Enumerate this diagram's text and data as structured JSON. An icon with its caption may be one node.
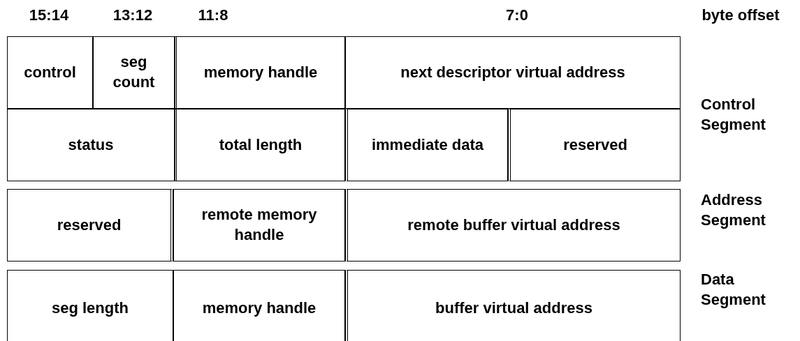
{
  "diagram": {
    "nodes": [
      {
        "text": [
          "control"
        ]
      },
      {
        "text": [
          "seg count"
        ]
      },
      {
        "text": [
          "memory handle"
        ]
      },
      {
        "text": [
          "next descriptor virtual address"
        ]
      },
      {
        "text": [
          "status"
        ]
      },
      {
        "text": [
          "total length"
        ]
      },
      {
        "text": [
          "immediate data"
        ]
      },
      {
        "text": [
          "reserved"
        ]
      },
      {
        "text": [
          "reserved"
        ]
      },
      {
        "text": [
          "remote memory handle"
        ]
      },
      {
        "text": [
          "remote buffer virtual address"
        ]
      },
      {
        "text": [
          "seg length"
        ]
      },
      {
        "text": [
          "memory handle"
        ]
      },
      {
        "text": [
          "buffer virtual address"
        ]
      }
    ],
    "labels": [
      "15:14",
      "13:12",
      "11:8",
      "7:0",
      "byte offset",
      "Control Segment",
      "Address Segment",
      "Data Segment"
    ]
  }
}
